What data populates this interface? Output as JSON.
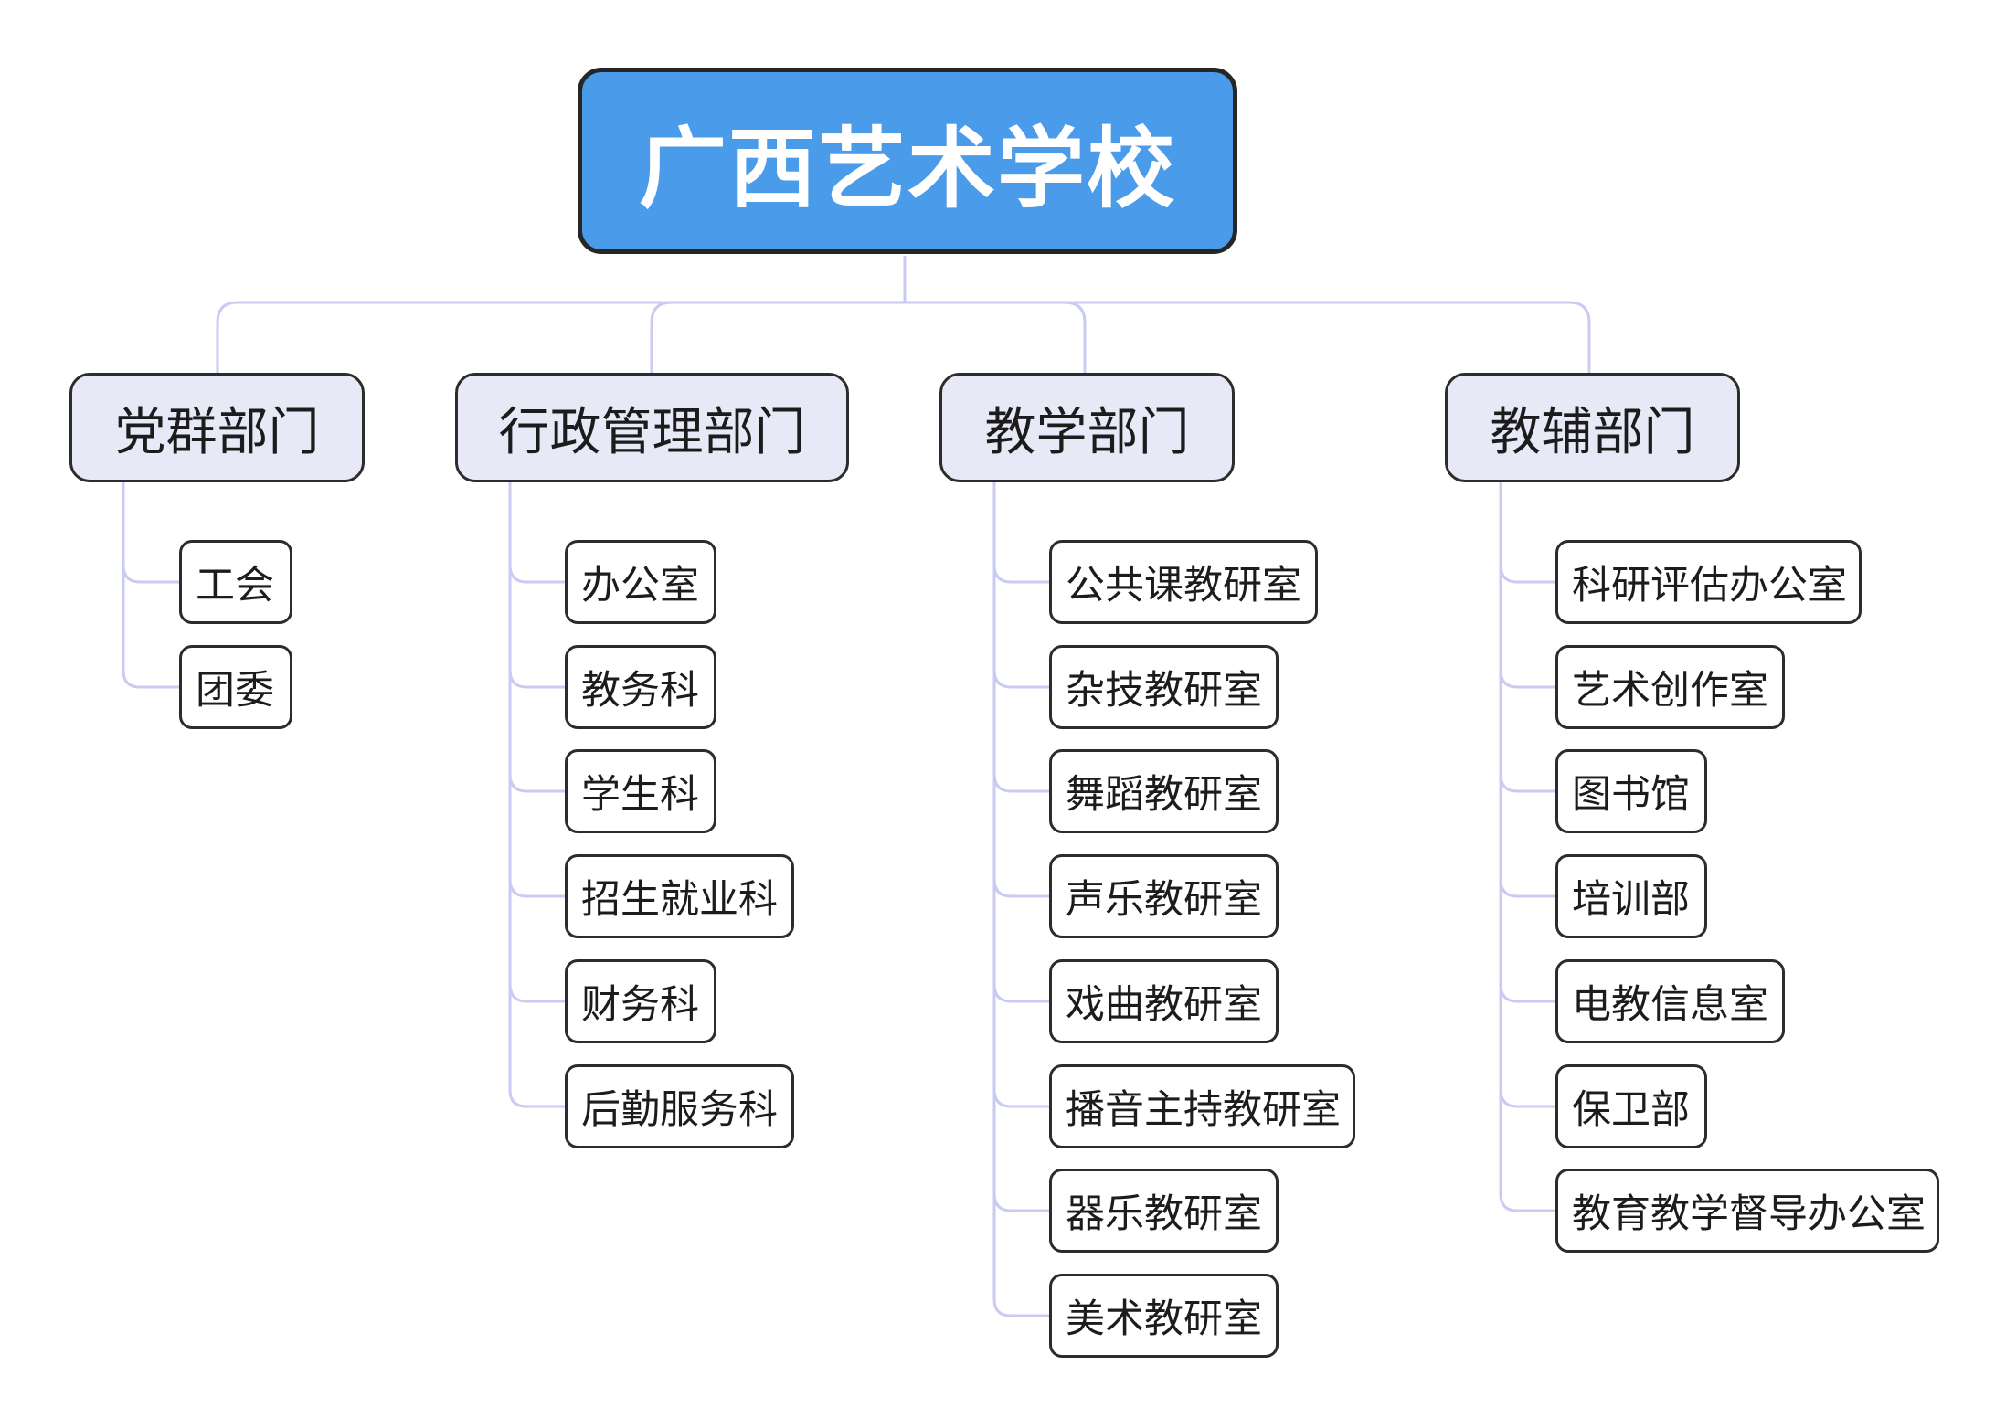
{
  "colors": {
    "root_fill": "#4a9be9",
    "dept_fill": "#e8e9f6",
    "connector": "#c9cbf2",
    "border": "#2c2c2c"
  },
  "root": {
    "label": "广西艺术学校"
  },
  "departments": [
    {
      "label": "党群部门",
      "children": [
        "工会",
        "团委"
      ]
    },
    {
      "label": "行政管理部门",
      "children": [
        "办公室",
        "教务科",
        "学生科",
        "招生就业科",
        "财务科",
        "后勤服务科"
      ]
    },
    {
      "label": "教学部门",
      "children": [
        "公共课教研室",
        "杂技教研室",
        "舞蹈教研室",
        "声乐教研室",
        "戏曲教研室",
        "播音主持教研室",
        "器乐教研室",
        "美术教研室"
      ]
    },
    {
      "label": "教辅部门",
      "children": [
        "科研评估办公室",
        "艺术创作室",
        "图书馆",
        "培训部",
        "电教信息室",
        "保卫部",
        "教育教学督导办公室"
      ]
    }
  ]
}
